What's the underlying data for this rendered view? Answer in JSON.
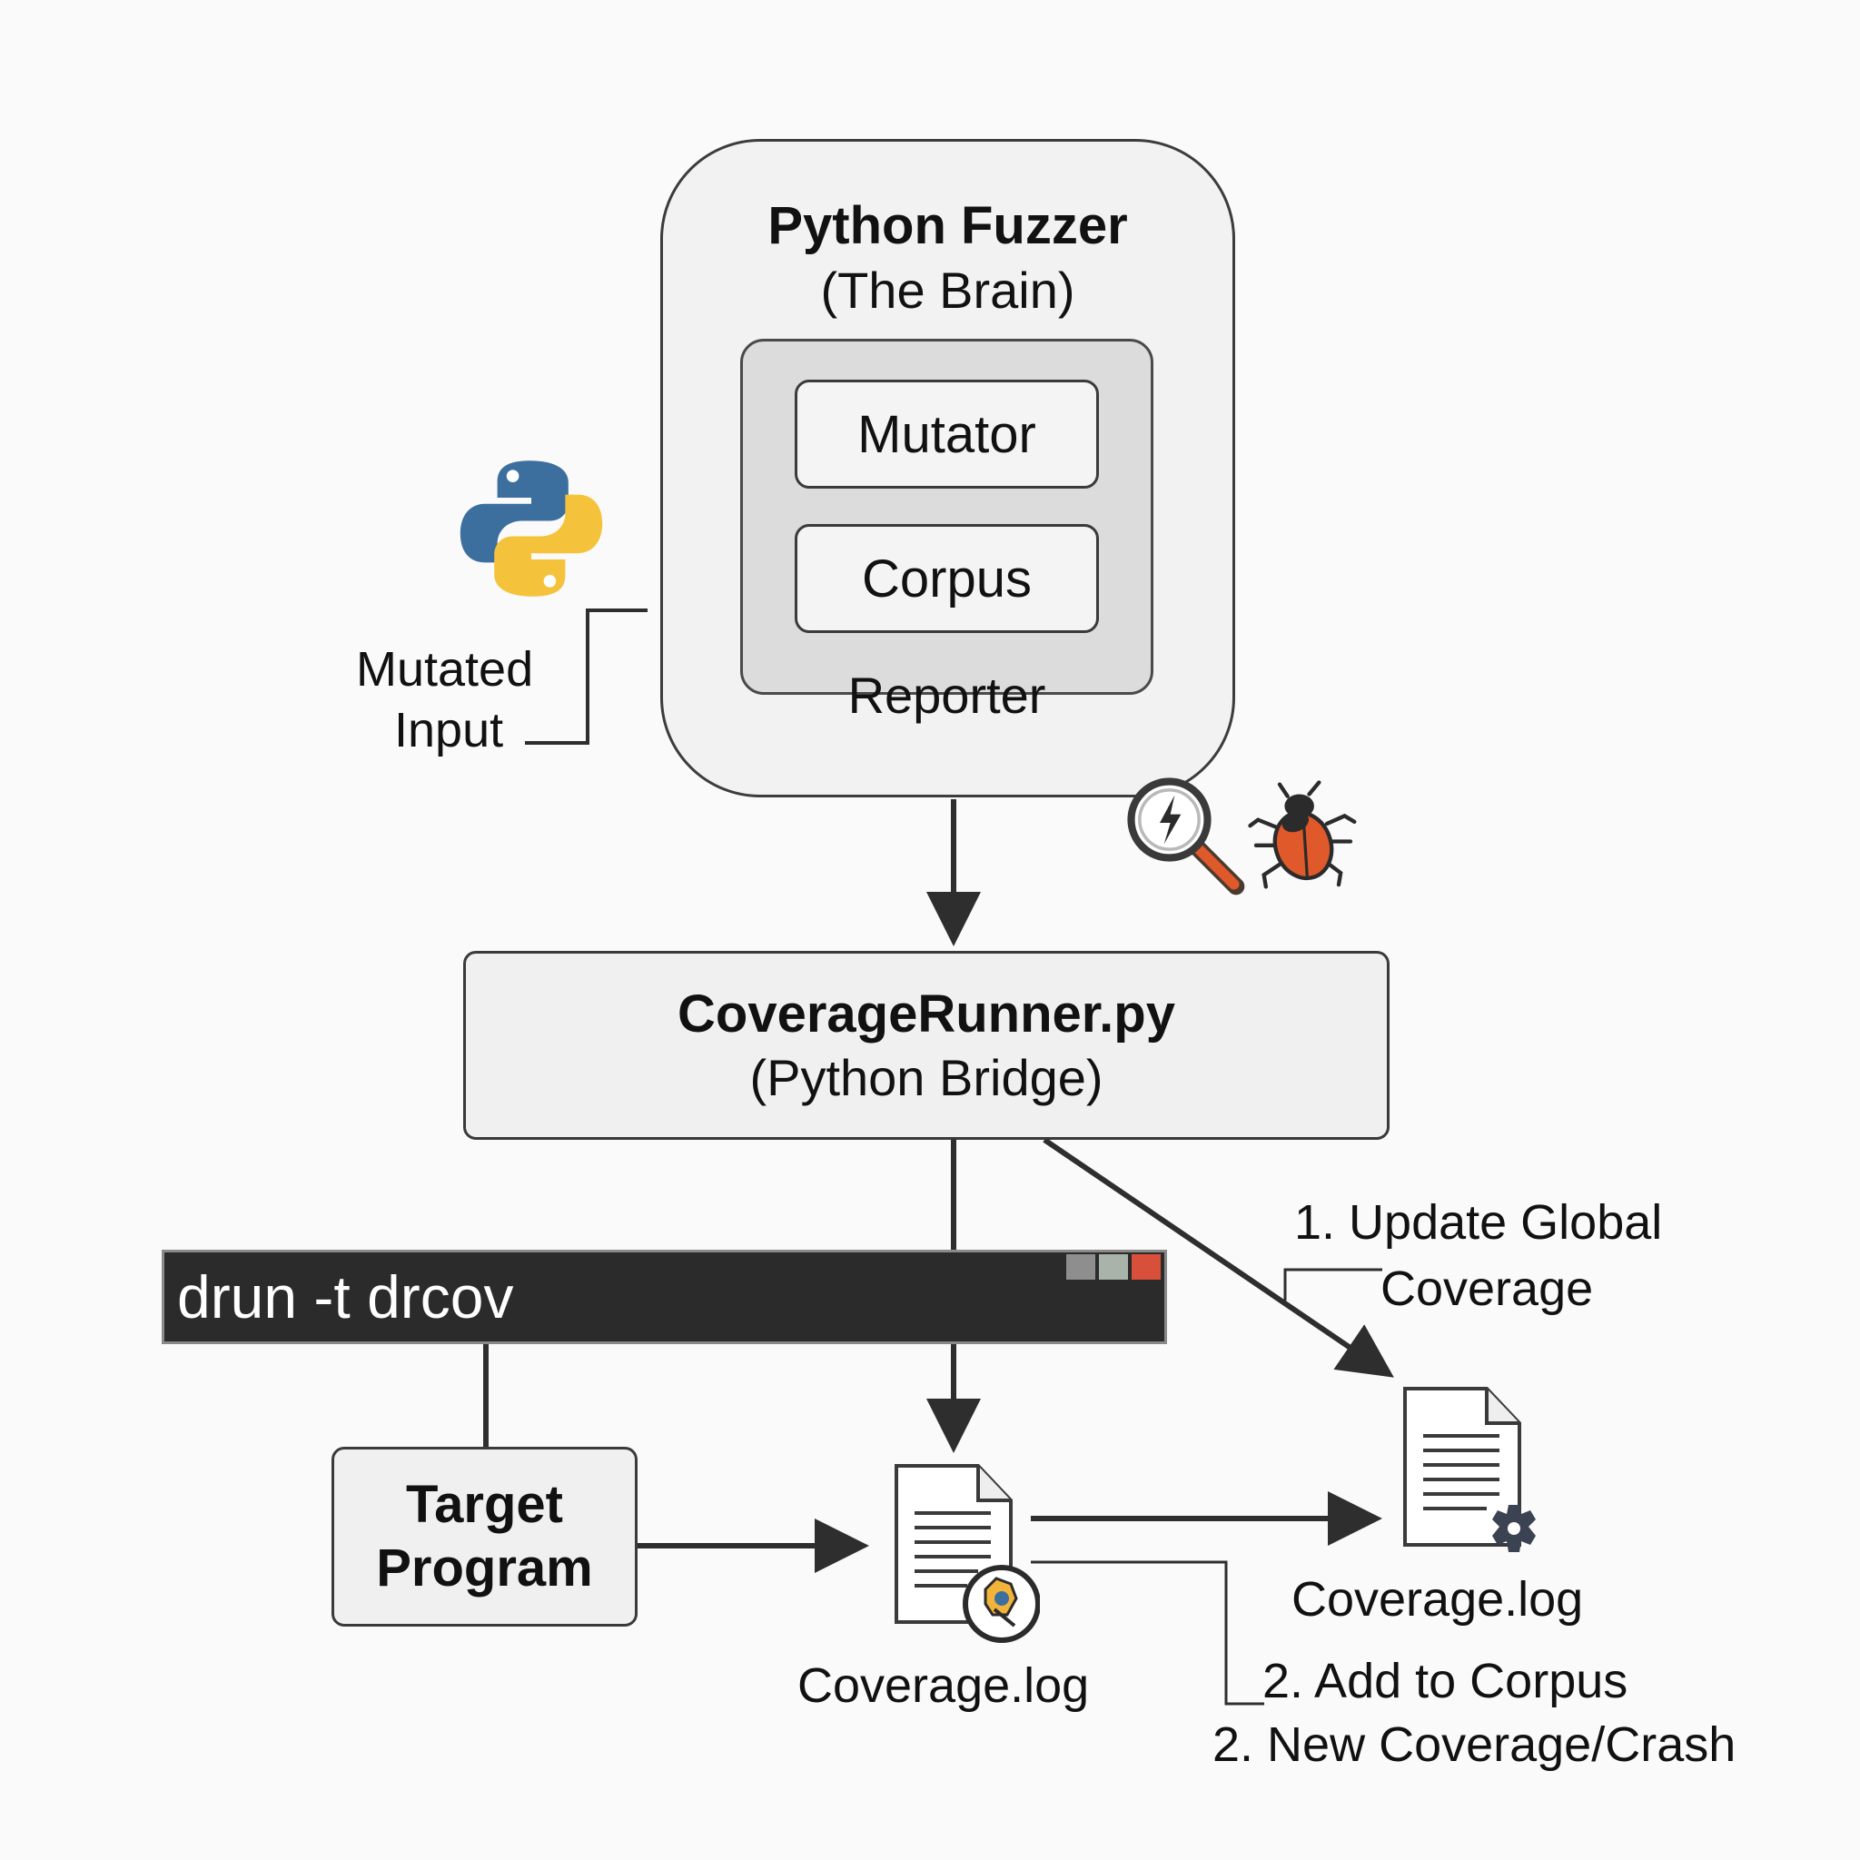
{
  "fuzzer": {
    "title": "Python Fuzzer",
    "subtitle": "(The Brain)"
  },
  "components": {
    "mutator": "Mutator",
    "corpus": "Corpus",
    "reporter": "Reporter"
  },
  "mutated_input": {
    "line1": "Mutated",
    "line2": "Input"
  },
  "runner": {
    "title": "CoverageRunner.py",
    "subtitle": "(Python Bridge)"
  },
  "terminal": {
    "command": "drun -t drcov"
  },
  "target": {
    "line1": "Target",
    "line2": "Program"
  },
  "logs": {
    "local": "Coverage.log",
    "global": "Coverage.log"
  },
  "annotations": {
    "update_line1": "1. Update Global",
    "update_line2": "Coverage",
    "add_corpus": "2. Add to Corpus",
    "new_coverage": "2. New Coverage/Crash"
  },
  "colors": {
    "python_blue": "#3d6f9e",
    "python_yellow": "#f5c33b",
    "bug_orange": "#e0592a",
    "terminal_bg": "#2b2b2b",
    "terminal_btn_red": "#d9503a"
  },
  "icons": [
    "python-logo-icon",
    "magnifier-bolt-icon",
    "bug-icon",
    "document-icon",
    "document-gear-icon"
  ]
}
